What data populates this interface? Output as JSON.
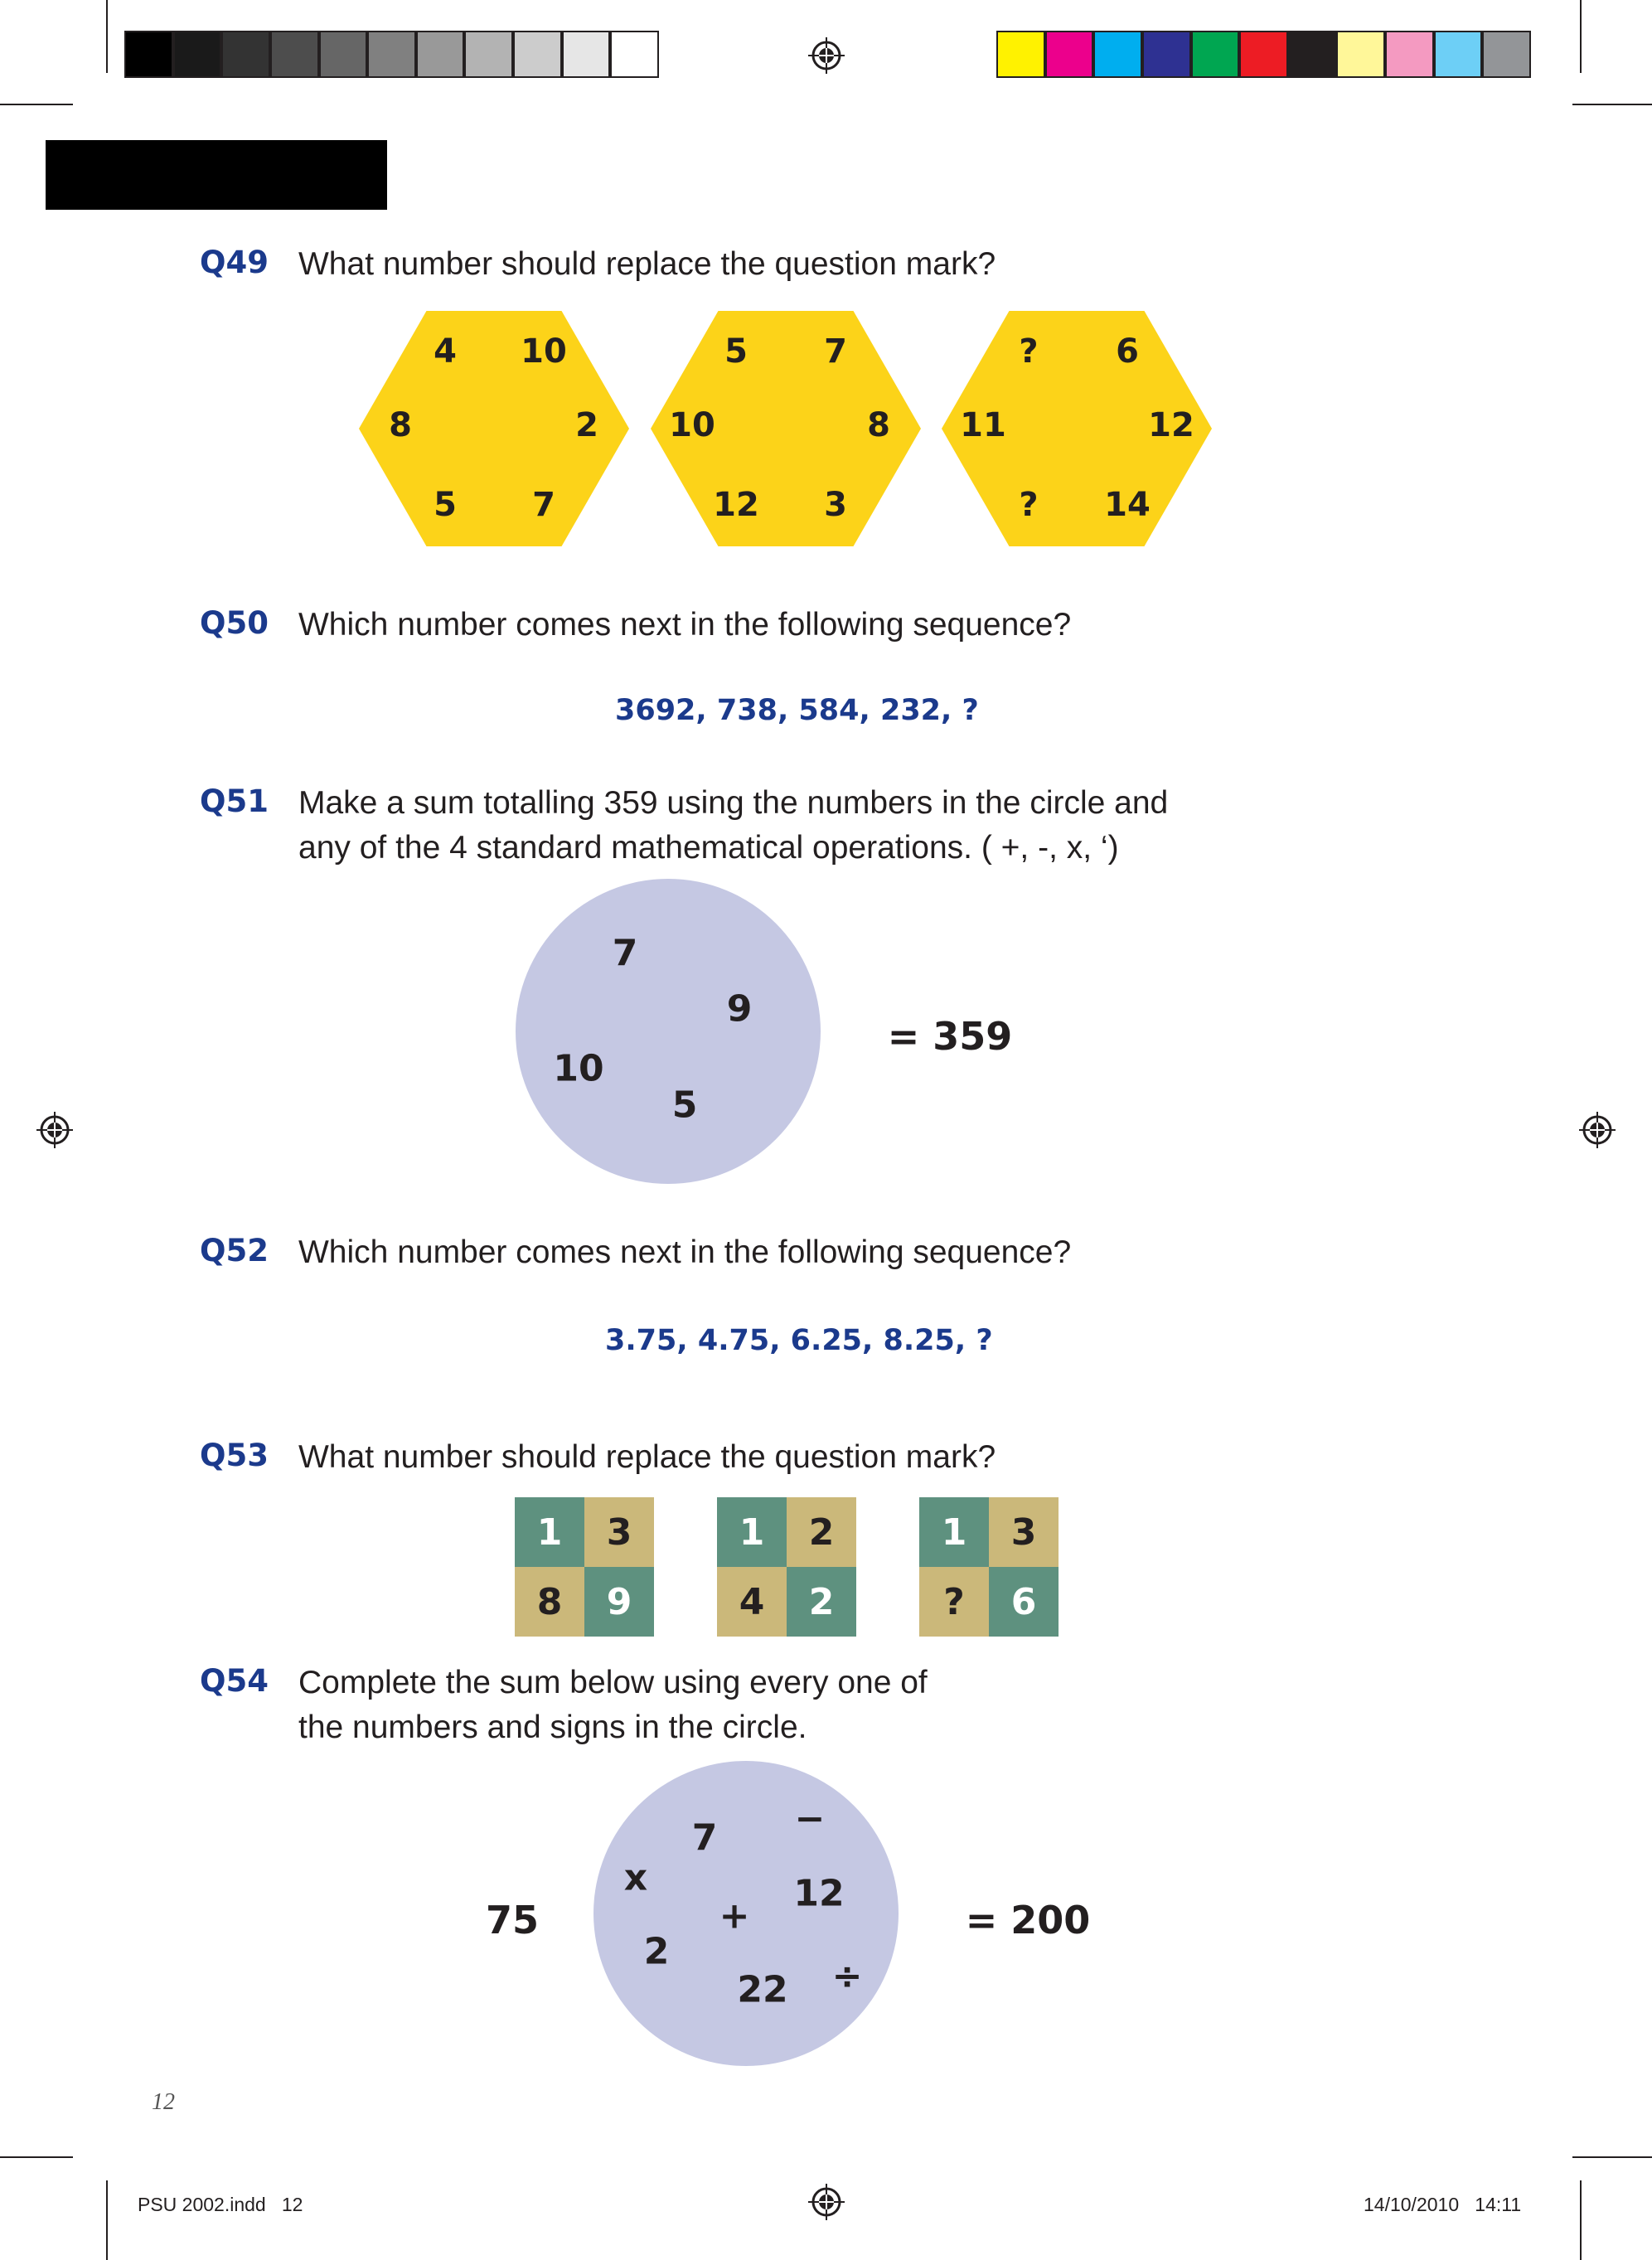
{
  "color_bar_gray": [
    "#000000",
    "#1a1a1a",
    "#333333",
    "#4d4d4d",
    "#666666",
    "#808080",
    "#999999",
    "#b3b3b3",
    "#cccccc",
    "#e6e6e6",
    "#ffffff"
  ],
  "color_bar_process": [
    "#fff200",
    "#ec008c",
    "#00aeef",
    "#2e3192",
    "#00a651",
    "#ed1c24",
    "#231f20",
    "#fff799",
    "#f49ac1",
    "#6dcff6",
    "#939598"
  ],
  "q49": {
    "label": "Q49",
    "text": "What number should replace the question mark?",
    "hexagons": [
      {
        "top_left": "4",
        "top_right": "10",
        "left": "8",
        "right": "2",
        "bottom_left": "5",
        "bottom_right": "7"
      },
      {
        "top_left": "5",
        "top_right": "7",
        "left": "10",
        "right": "8",
        "bottom_left": "12",
        "bottom_right": "3"
      },
      {
        "top_left": "?",
        "top_right": "6",
        "left": "11",
        "right": "12",
        "bottom_left": "?",
        "bottom_right": "14"
      }
    ]
  },
  "q50": {
    "label": "Q50",
    "text": "Which number comes next in the following sequence?",
    "sequence": "3692, 738, 584, 232, ?"
  },
  "q51": {
    "label": "Q51",
    "text_line1": "Make a sum totalling 359 using the numbers in the circle and",
    "text_line2": "any of the 4 standard mathematical operations. ( +, -, x, ‘)",
    "numbers": [
      "7",
      "9",
      "10",
      "5"
    ],
    "result": "= 359"
  },
  "q52": {
    "label": "Q52",
    "text": "Which number comes next in the following sequence?",
    "sequence": "3.75, 4.75, 6.25, 8.25, ?"
  },
  "q53": {
    "label": "Q53",
    "text": "What number should replace the question mark?",
    "grids": [
      {
        "tl": "1",
        "tr": "3",
        "bl": "8",
        "br": "9"
      },
      {
        "tl": "1",
        "tr": "2",
        "bl": "4",
        "br": "2"
      },
      {
        "tl": "1",
        "tr": "3",
        "bl": "?",
        "br": "6"
      }
    ]
  },
  "q54": {
    "label": "Q54",
    "text_line1": "Complete the sum below using every one of",
    "text_line2": "the numbers and signs in the circle.",
    "start": "75",
    "items": [
      "7",
      "−",
      "x",
      "12",
      "+",
      "2",
      "22",
      "÷"
    ],
    "result": "= 200"
  },
  "page_number": "12",
  "footer": {
    "file": "PSU 2002.indd   12",
    "date": "14/10/2010   14:11"
  }
}
